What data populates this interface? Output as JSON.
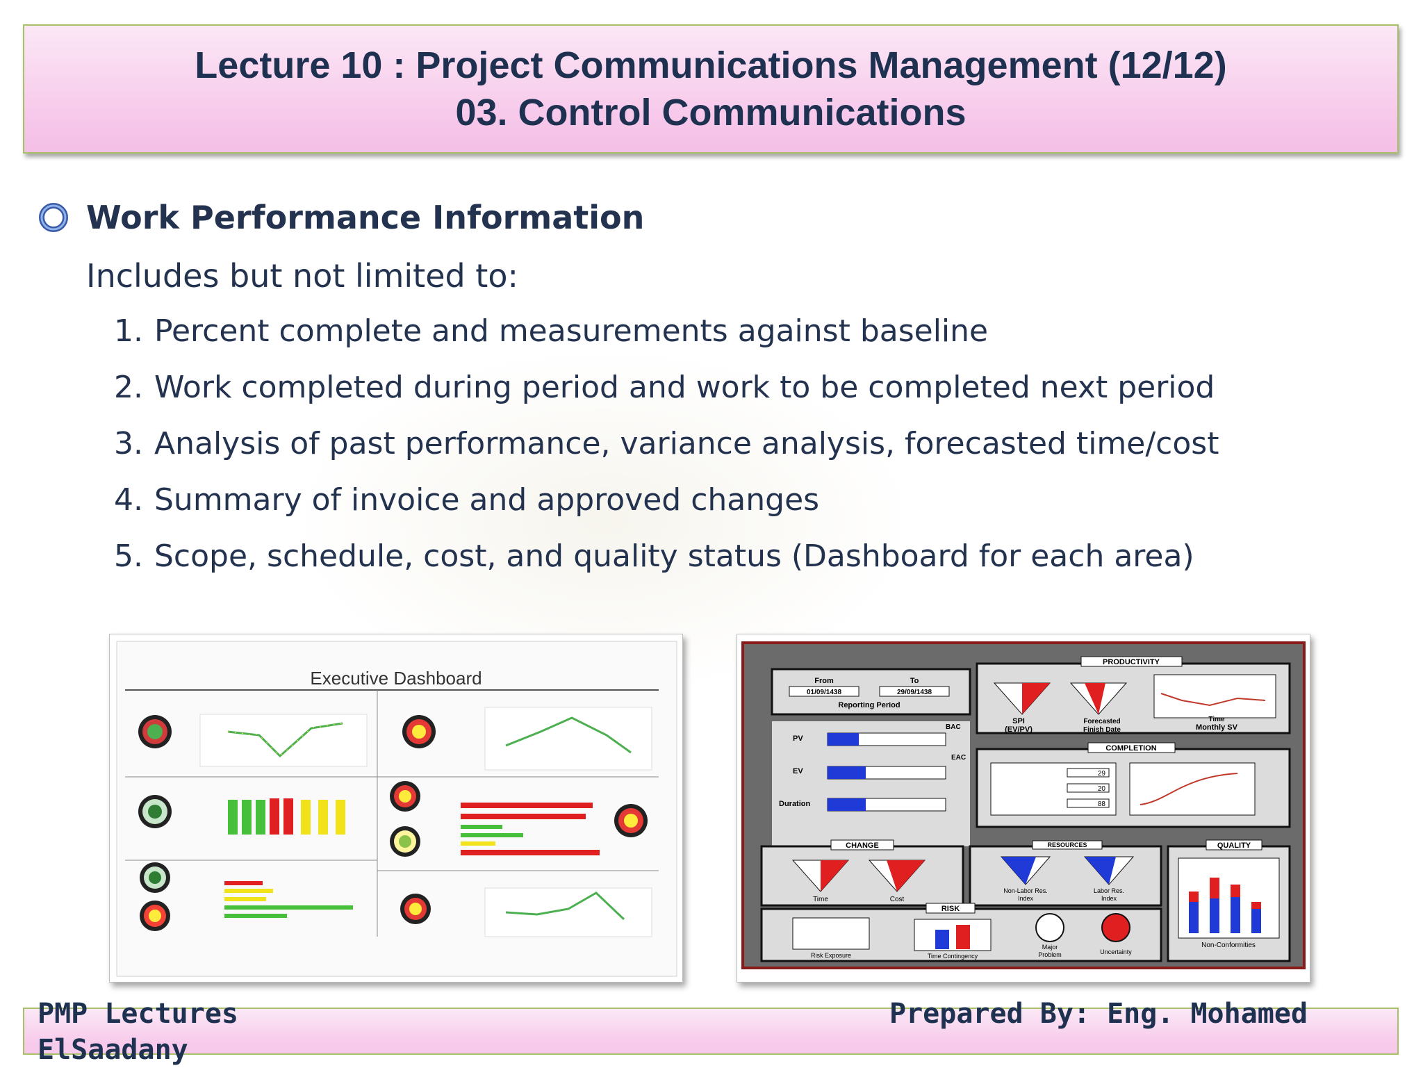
{
  "slide": {
    "title_line1": "Lecture 10 : Project Communications Management (12/12)",
    "title_line2": "03. Control Communications"
  },
  "section": {
    "heading": "Work Performance Information",
    "intro": "Includes but not limited to:",
    "items": [
      {
        "num": "1.",
        "text": "Percent complete and measurements against baseline"
      },
      {
        "num": "2.",
        "text": "Work completed during period and work to be completed next period"
      },
      {
        "num": "3.",
        "text": "Analysis of past performance, variance analysis, forecasted time/cost"
      },
      {
        "num": "4.",
        "text": "Summary of invoice and approved changes"
      },
      {
        "num": "5.",
        "text": "Scope, schedule, cost, and quality status (Dashboard for each area)"
      }
    ]
  },
  "exec_dashboard": {
    "title": "Executive Dashboard"
  },
  "pm_dashboard": {
    "productivity": "PRODUCTIVITY",
    "completion": "COMPLETION",
    "change": "CHANGE",
    "resources": "RESOURCES",
    "risk": "RISK",
    "quality": "QUALITY",
    "from_label": "From",
    "to_label": "To",
    "from_date": "01/09/1438",
    "to_date": "29/09/1438",
    "reporting_period": "Reporting Period",
    "pv": "PV",
    "ev": "EV",
    "duration": "Duration",
    "bac": "BAC",
    "eac": "EAC",
    "spi": "SPI",
    "spi_sub": "(EV/PV)",
    "forecasted": "Forecasted",
    "finish_date": "Finish Date",
    "time": "Time",
    "monthly_sv": "Monthly SV",
    "time_label": "Time",
    "cost_label": "Cost",
    "non_labor": "Non-Labor Res.",
    "labor": "Labor Res.",
    "index": "Index",
    "risk_exposure": "Risk Exposure",
    "time_contingency": "Time Contingency",
    "major_problem": "Major",
    "problem": "Problem",
    "uncertainty": "Uncertainty",
    "non_conformities": "Non-Conformities",
    "val_29": "29",
    "val_20": "20",
    "val_88": "88"
  },
  "colors": {
    "title_text": "#1f3150",
    "body_text": "#23324f",
    "title_bg": "#f7c9eb",
    "border_green": "#a9c06a",
    "chart_red": "#e02020",
    "chart_blue": "#1f3ad6",
    "chart_green": "#46c03a",
    "chart_yellow": "#f2e21a"
  },
  "footer": {
    "left": "PMP Lectures ElSaadany",
    "right": "Prepared By: Eng. Mohamed"
  }
}
